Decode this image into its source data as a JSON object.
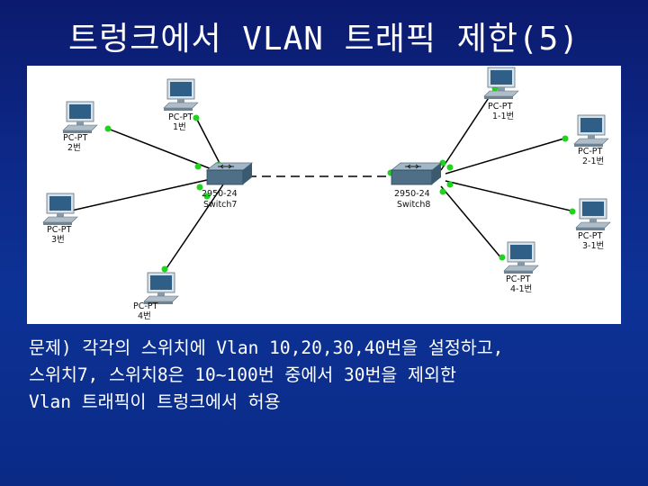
{
  "title": "트렁크에서 VLAN 트래픽 제한(5)",
  "diagram": {
    "switches": [
      {
        "id": "sw7",
        "model": "2950-24",
        "name": "Switch7"
      },
      {
        "id": "sw8",
        "model": "2950-24",
        "name": "Switch8"
      }
    ],
    "pcs": [
      {
        "id": "pc1",
        "type": "PC-PT",
        "name": "1번"
      },
      {
        "id": "pc2",
        "type": "PC-PT",
        "name": "2번"
      },
      {
        "id": "pc3",
        "type": "PC-PT",
        "name": "3번"
      },
      {
        "id": "pc4",
        "type": "PC-PT",
        "name": "4번"
      },
      {
        "id": "pc11",
        "type": "PC-PT",
        "name": "1-1번"
      },
      {
        "id": "pc21",
        "type": "PC-PT",
        "name": "2-1번"
      },
      {
        "id": "pc31",
        "type": "PC-PT",
        "name": "3-1번"
      },
      {
        "id": "pc41",
        "type": "PC-PT",
        "name": "4-1번"
      }
    ]
  },
  "caption": {
    "line1": "문제) 각각의 스위치에 Vlan 10,20,30,40번을 설정하고,",
    "line2": "스위치7, 스위치8은  10~100번 중에서 30번을 제외한",
    "line3": "Vlan 트래픽이 트렁크에서 허용"
  }
}
